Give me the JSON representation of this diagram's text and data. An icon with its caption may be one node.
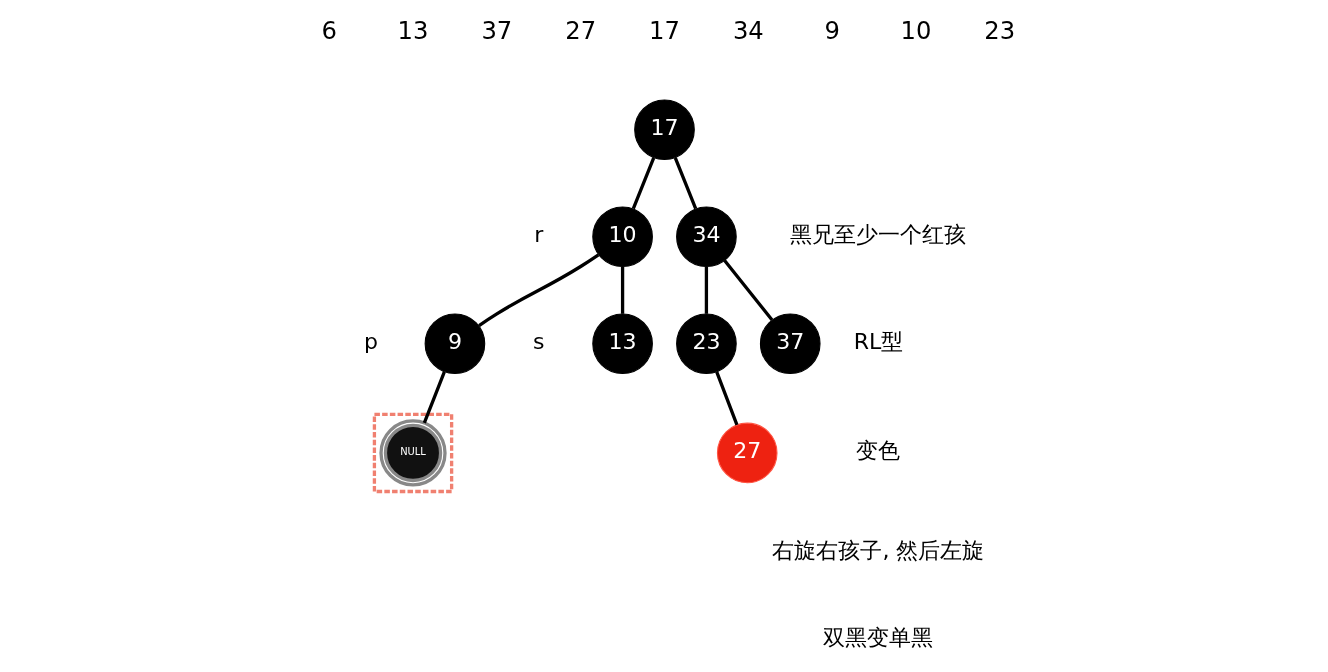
{
  "diagram": {
    "nodes": [
      {
        "text": [
          "17"
        ]
      },
      {
        "text": [
          "10"
        ],
        "beside": [
          "r"
        ]
      },
      {
        "text": [
          "34"
        ]
      },
      {
        "text": [
          "9"
        ],
        "beside": [
          "p"
        ]
      },
      {
        "text": [
          "13"
        ],
        "beside": [
          "s"
        ]
      },
      {
        "text": [
          "23"
        ]
      },
      {
        "text": [
          "37"
        ]
      },
      {
        "text": [],
        "shape": "box"
      },
      {
        "text": [
          "NULL"
        ],
        "in": 7
      },
      {
        "text": [
          "27"
        ]
      }
    ],
    "edges": [
      {
        "from": 0,
        "to": 1,
        "arrow": "none"
      },
      {
        "from": 0,
        "to": 2,
        "arrow": "none"
      },
      {
        "from": 1,
        "to": 3,
        "arrow": "none"
      },
      {
        "from": 1,
        "to": 4,
        "arrow": "none"
      },
      {
        "from": 2,
        "to": 5,
        "arrow": "none"
      },
      {
        "from": 2,
        "to": 6,
        "arrow": "none"
      },
      {
        "from": 3,
        "to": 8,
        "arrow": "none"
      },
      {
        "from": 5,
        "to": 9,
        "arrow": "none"
      }
    ],
    "labels": [
      "6",
      "13",
      "37",
      "27",
      "17",
      "34",
      "9",
      "10",
      "23",
      "黑兄至少一个红孩",
      "RL型",
      "变色",
      "右旋右孩子, 然后左旋",
      "双黑变单黑"
    ]
  }
}
